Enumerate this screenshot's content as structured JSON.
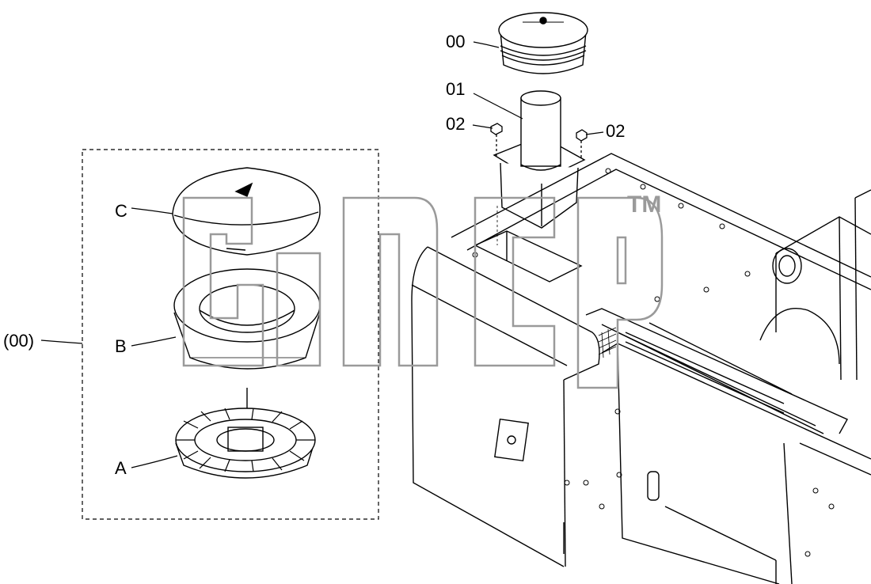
{
  "callouts": {
    "c00": "00",
    "c01": "01",
    "c02_left": "02",
    "c02_right": "02",
    "group": "(00)",
    "a": "A",
    "b": "B",
    "c": "C"
  },
  "watermark": {
    "trademark": "TM"
  },
  "colors": {
    "line": "#000000",
    "watermark": "#9a9a9a"
  }
}
